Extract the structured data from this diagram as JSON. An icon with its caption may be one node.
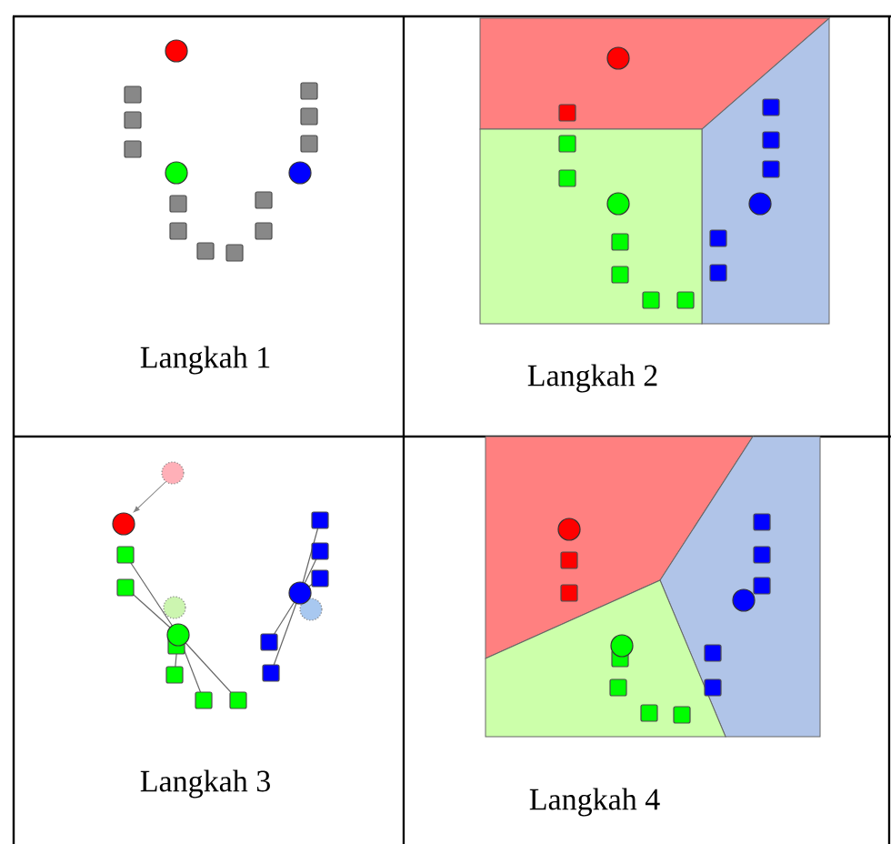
{
  "diagram": {
    "labels": [
      "Langkah 1",
      "Langkah 2",
      "Langkah 3",
      "Langkah 4"
    ]
  }
}
